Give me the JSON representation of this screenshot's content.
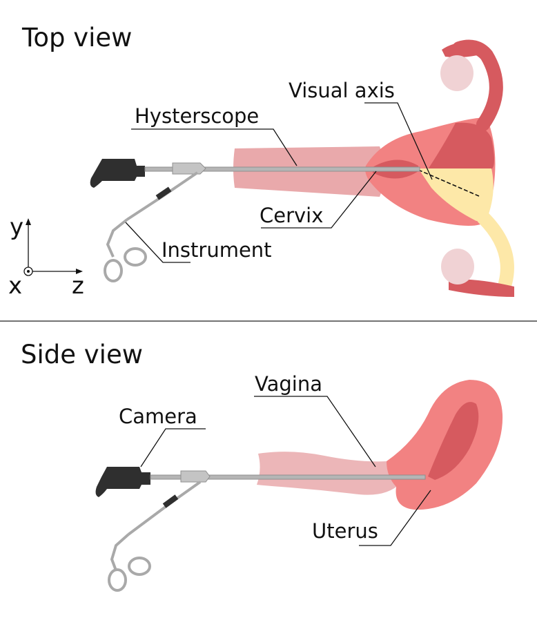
{
  "top_view": {
    "title": "Top view",
    "labels": {
      "visual_axis": "Visual axis",
      "hysterscope": "Hysterscope",
      "cervix": "Cervix",
      "instrument": "Instrument"
    },
    "axes": {
      "y": "y",
      "x": "x",
      "z": "z"
    }
  },
  "side_view": {
    "title": "Side view",
    "labels": {
      "vagina": "Vagina",
      "camera": "Camera",
      "uterus": "Uterus"
    }
  },
  "colors": {
    "tissue_light": "#e9a9ab",
    "tissue_pink": "#f28282",
    "tissue_dark": "#d65a5f",
    "ovary": "#f0d2d4",
    "highlight": "#fde8a8",
    "camera": "#2f2f2f",
    "instrument": "#a9a9a9",
    "divider": "#444444"
  }
}
